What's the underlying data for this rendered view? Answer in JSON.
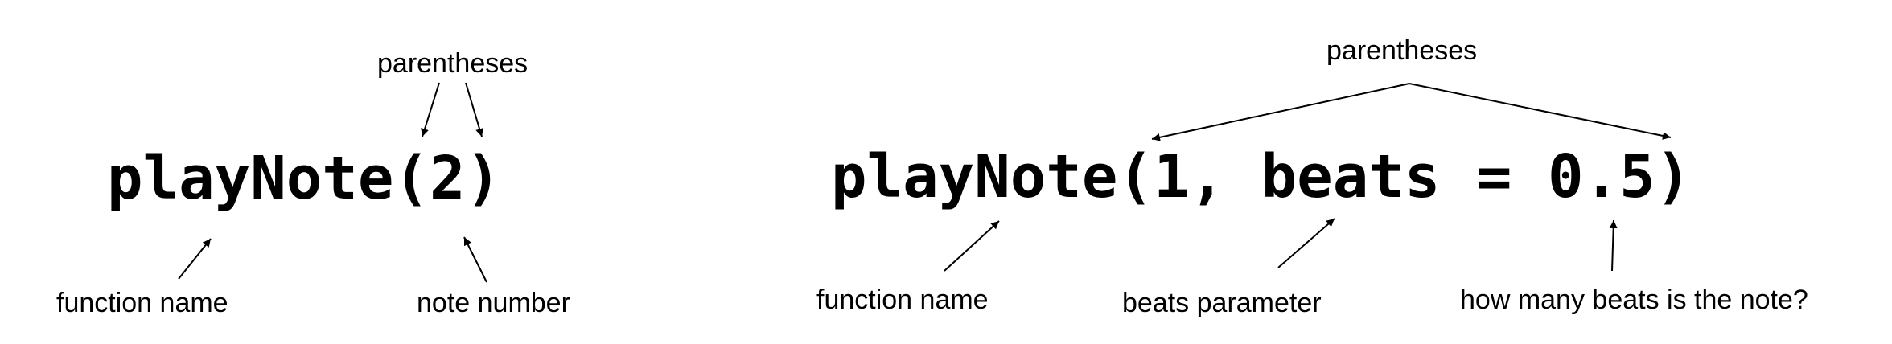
{
  "left_diagram": {
    "code": "playNote(2)",
    "labels": {
      "parentheses": "parentheses",
      "function_name": "function name",
      "note_number": "note number"
    }
  },
  "right_diagram": {
    "code": "playNote(1, beats = 0.5)",
    "labels": {
      "parentheses": "parentheses",
      "function_name": "function name",
      "beats_parameter": "beats parameter",
      "beats_question": "how many beats is the note?"
    }
  }
}
